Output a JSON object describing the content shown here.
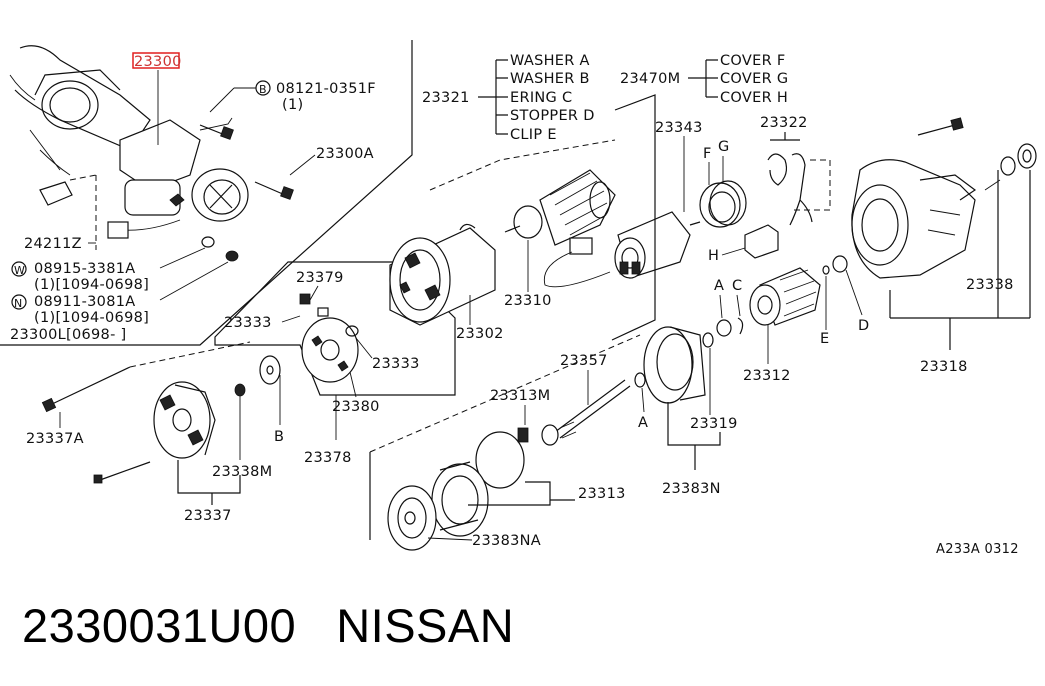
{
  "diagram": {
    "highlight_label": "23300",
    "bolt_label": "08121-0351F",
    "bolt_circle": "B",
    "bolt_qty": "(1)",
    "washer_group": {
      "number": "23321",
      "items": [
        "WASHER A",
        "WASHER B",
        "ERING C",
        "STOPPER D",
        "CLIP E"
      ]
    },
    "cover_group": {
      "number": "23470M",
      "items": [
        "COVER F",
        "COVER G",
        "COVER H"
      ]
    },
    "labels": {
      "p23300A": "23300A",
      "p24211Z": "24211Z",
      "w_circle": "W",
      "w_part": "08915-3381A",
      "w_note": "(1)[1094-0698]",
      "n_circle": "N",
      "n_part": "08911-3081A",
      "n_note": "(1)[1094-0698]",
      "p23300L": "23300L[0698-      ]",
      "p23379": "23379",
      "p23333a": "23333",
      "p23333b": "23333",
      "p23380": "23380",
      "p23378": "23378",
      "p23302": "23302",
      "p23310": "23310",
      "p23343": "23343",
      "p23322": "23322",
      "letterF": "F",
      "letterG": "G",
      "letterH": "H",
      "letterA1": "A",
      "letterC": "C",
      "letterE": "E",
      "letterD": "D",
      "letterB": "B",
      "letterA2": "A",
      "p23338": "23338",
      "p23318": "23318",
      "p23312": "23312",
      "p23357": "23357",
      "p23313M": "23313M",
      "p23319": "23319",
      "p23383N": "23383N",
      "p23313": "23313",
      "p23383NA": "23383NA",
      "p23337A": "23337A",
      "p23338M": "23338M",
      "p23337": "23337",
      "ref_code": "A233A 0312"
    }
  },
  "footer": {
    "part_number": "2330031U00",
    "brand": "NISSAN"
  }
}
